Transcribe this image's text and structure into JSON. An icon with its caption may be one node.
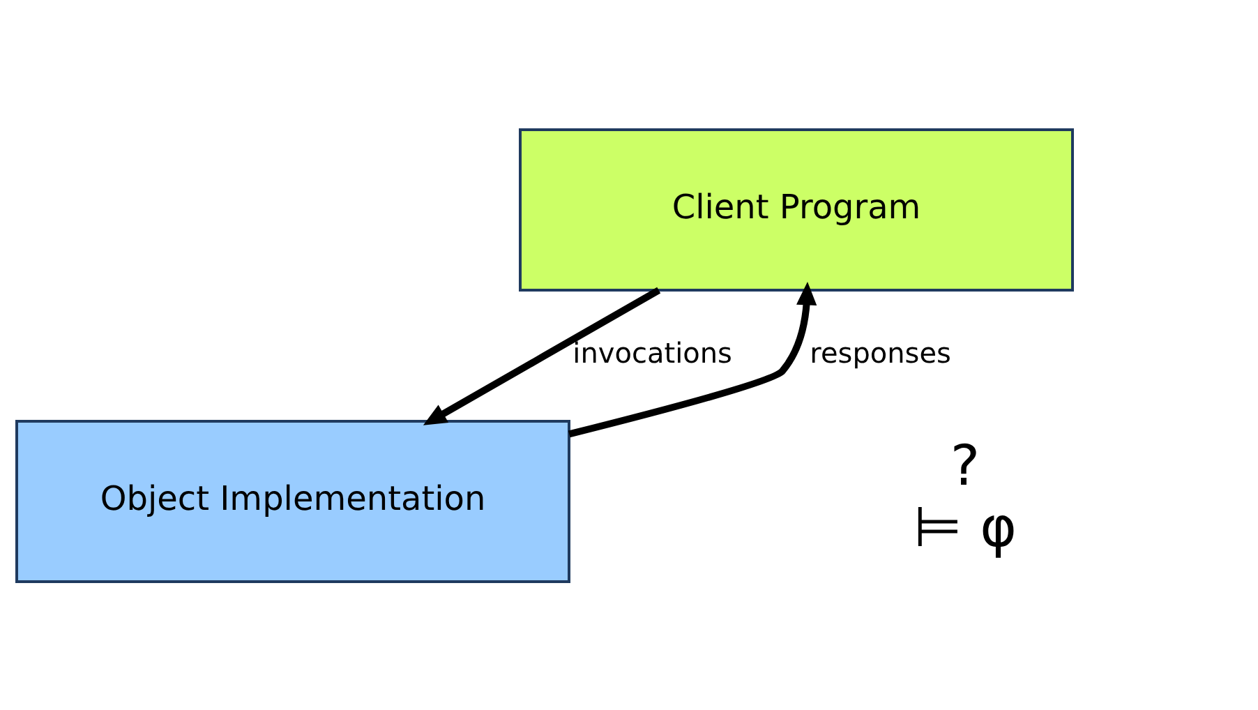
{
  "diagram": {
    "nodes": [
      {
        "text": [
          "Client Program"
        ]
      },
      {
        "text": [
          "Object Implementation"
        ]
      }
    ],
    "edges": [
      {
        "from": 0,
        "to": 1,
        "arrow": "to",
        "label": "invocations"
      },
      {
        "from": 1,
        "to": 0,
        "arrow": "to",
        "label": "responses"
      }
    ],
    "labels": [
      "?",
      "⊨ φ"
    ]
  }
}
